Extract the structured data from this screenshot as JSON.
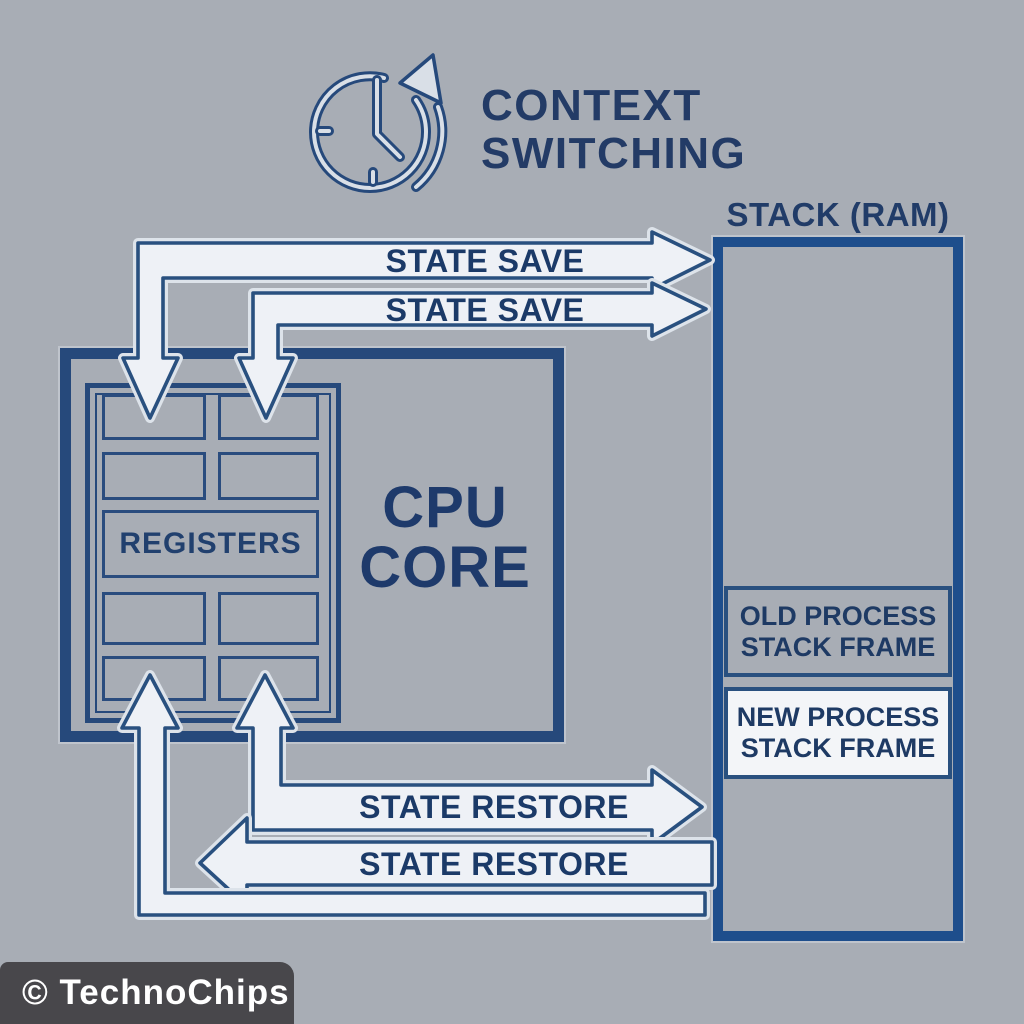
{
  "header": {
    "title_line1": "CONTEXT",
    "title_line2": "SWITCHING",
    "clock_icon": "clock-history-icon"
  },
  "stack": {
    "label": "STACK (RAM)",
    "old_frame": {
      "line1": "OLD PROCESS",
      "line2": "STACK FRAME"
    },
    "new_frame": {
      "line1": "NEW PROCESS",
      "line2": "STACK FRAME"
    }
  },
  "cpu": {
    "line1": "CPU",
    "line2": "CORE",
    "registers_label": "REGISTERS",
    "register_cell_count": 8
  },
  "arrows": {
    "save_top": {
      "label": "STATE SAVE",
      "direction": "registers-to-stack"
    },
    "save_bottom": {
      "label": "STATE SAVE",
      "direction": "registers-to-stack"
    },
    "restore_top": {
      "label": "STATE RESTORE",
      "direction": "stack-to-registers"
    },
    "restore_bottom": {
      "label": "STATE RESTORE",
      "direction": "stack-to-registers"
    }
  },
  "footer": {
    "watermark": "© TechnoChips"
  },
  "colors": {
    "background": "#a8adb5",
    "navy_text": "#1e3a66",
    "box_border_blue": "#26497b",
    "stack_border_blue": "#1e4e8c",
    "arrow_fill": "#eef1f6",
    "arrow_outline": "#29507f",
    "new_frame_fill": "#f3f5f8",
    "footer_bg": "#48474b",
    "footer_text": "#ffffff"
  }
}
